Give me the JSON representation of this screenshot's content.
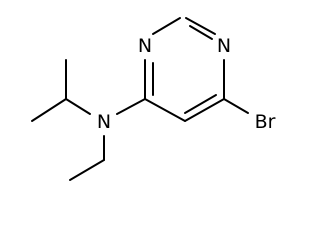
{
  "molecule": {
    "atoms": {
      "n_ring_left": "N",
      "n_ring_right": "N",
      "n_amine": "N",
      "br": "Br"
    }
  }
}
